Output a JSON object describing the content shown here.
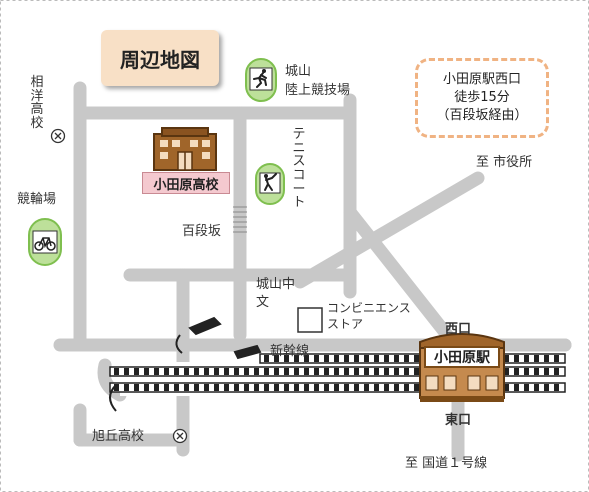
{
  "title": "周辺地図",
  "access": {
    "line1": "小田原駅西口",
    "line2": "徒歩15分",
    "line3": "（百段坂経由）"
  },
  "labels": {
    "school": "小田原高校",
    "joyama_stadium_1": "城山",
    "joyama_stadium_2": "陸上競技場",
    "tennis_court": "テニスコート",
    "hyakudanzaka": "百段坂",
    "joyama_jhs_1": "城山中",
    "joyama_jhs_mark": "文",
    "convenience_1": "コンビニエンス",
    "convenience_2": "ストア",
    "shinkansen": "新幹線",
    "station": "小田原駅",
    "west_exit": "西口",
    "east_exit": "東口",
    "to_city_hall": "至 市役所",
    "to_route1": "至 国道１号線",
    "sagami_hs": "相洋高校",
    "velodrome": "競輪場",
    "kyukyo_hs": "旭丘高校"
  },
  "colors": {
    "road": "#c8c8c8",
    "title_bg": "#f8e0c6",
    "dash": "#f0b383",
    "icon_bg": "#bde09a",
    "icon_ring": "#7fbf4f",
    "school_label_bg": "#f4c9cf",
    "station_brown": "#7a4a16",
    "building_brown": "#a0652a"
  },
  "icons": [
    "running-icon",
    "tennis-icon",
    "bicycle-icon",
    "school-building-icon",
    "school-mark-icon",
    "station-building-icon",
    "train-icon"
  ]
}
